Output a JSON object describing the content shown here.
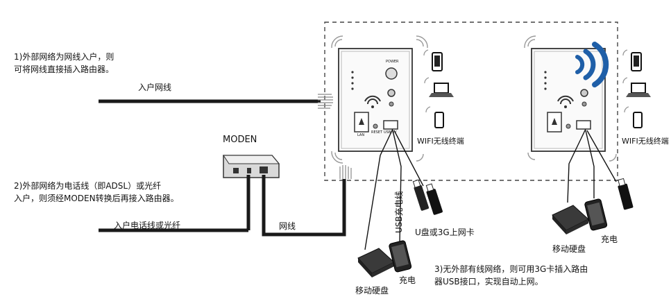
{
  "notes": {
    "wired": [
      "1)外部网络为网线入户，则",
      "可将网线直接插入路由器。"
    ],
    "adsl": [
      "2)外部网络为电话线（即ADSL）或光纤",
      "入户，则须经MODEN转换后再接入路由器。"
    ],
    "wireless": [
      "3)无外部有线网络，则可用3G卡插入路由",
      "器USB接口，实现自动上网。"
    ]
  },
  "labels": {
    "ethernet_in": "入户网线",
    "modem": "MODEN",
    "phone_fiber_in": "入户电话线或光纤",
    "cable": "网线",
    "usb_charge": "USB充电线",
    "usb_3g": "U盘或3G上网卡",
    "wifi_terminal_left": "WIFI无线终端",
    "wifi_terminal_right": "WIFI无线终端",
    "hdd_left": "移动硬盘",
    "charge_left": "充电",
    "hdd_right": "移动硬盘",
    "charge_right": "充电"
  },
  "router_labels": {
    "power": "POWER",
    "lan": "LAN",
    "reset": "RESET",
    "usb": "USB/5V"
  },
  "colors": {
    "cable": "#1a1a1a",
    "wifi_signal": "#1f5fa8",
    "panel_border": "#333333",
    "dashed_frame": "#444444"
  }
}
